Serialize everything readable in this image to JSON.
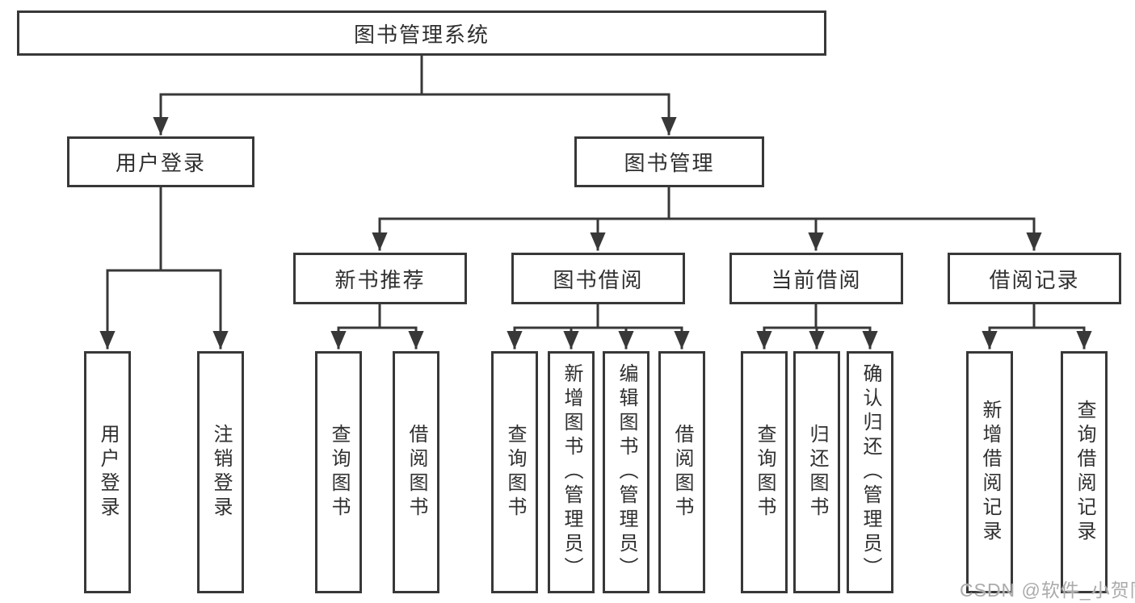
{
  "diagram": {
    "root_label": "图书管理系统",
    "branches": [
      {
        "label": "用户登录",
        "leaves": [
          {
            "label": "用户登录"
          },
          {
            "label": "注销登录"
          }
        ]
      },
      {
        "label": "图书管理",
        "groups": [
          {
            "label": "新书推荐",
            "leaves": [
              {
                "label": "查询图书"
              },
              {
                "label": "借阅图书"
              }
            ]
          },
          {
            "label": "图书借阅",
            "leaves": [
              {
                "label": "查询图书"
              },
              {
                "label": "新增图书（管理员）"
              },
              {
                "label": "编辑图书（管理员）"
              },
              {
                "label": "借阅图书"
              }
            ]
          },
          {
            "label": "当前借阅",
            "leaves": [
              {
                "label": "查询图书"
              },
              {
                "label": "归还图书"
              },
              {
                "label": "确认归还（管理员）"
              }
            ]
          },
          {
            "label": "借阅记录",
            "leaves": [
              {
                "label": "新增借阅记录"
              },
              {
                "label": "查询借阅记录"
              }
            ]
          }
        ]
      }
    ]
  },
  "watermark": {
    "text": "CSDN @软件_小贺同学"
  },
  "colors": {
    "line": "#383838",
    "text": "#2f2f2f",
    "background": "#ffffff",
    "watermark": "#ababab"
  }
}
